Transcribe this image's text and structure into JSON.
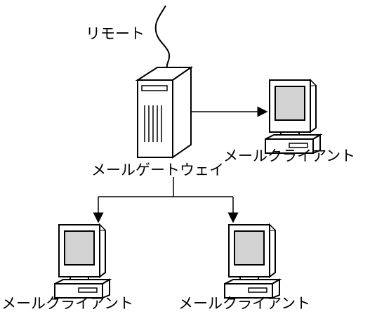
{
  "labels": {
    "remote": "リモート",
    "gateway": "メールゲートウェイ",
    "client_right": "メールクライアント",
    "client_bottom_left": "メールクライアント",
    "client_bottom_right": "メールクライアント"
  }
}
